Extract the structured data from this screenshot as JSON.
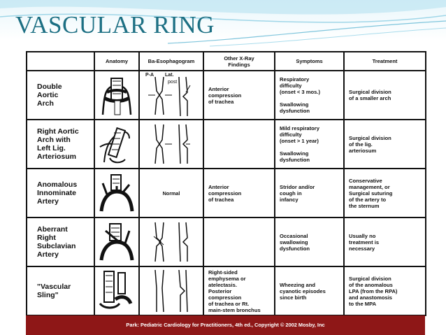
{
  "slide": {
    "title": "VASCULAR RING",
    "citation": "Park: Pediatric Cardiology for Practitioners, 4th ed., Copyright © 2002 Mosby, Inc"
  },
  "table": {
    "headers": [
      "Anatomy",
      "Ba-Esophagogram",
      "Other X-Ray\nFindings",
      "Symptoms",
      "Treatment"
    ],
    "esophagogram_labels": {
      "pa": "P-A",
      "lat": "Lat.",
      "post": "post"
    },
    "rows": [
      {
        "name": "Double\nAortic\nArch",
        "esophagogram": "",
        "xray": "Anterior\ncompression\nof trachea",
        "symptoms": "Respiratory\ndifficulty\n(onset < 3 mos.)\n\nSwallowing\ndysfunction",
        "treatment": "Surgical division\nof a smaller arch"
      },
      {
        "name": "Right Aortic\nArch with\nLeft Lig.\nArteriosum",
        "esophagogram": "",
        "xray": "",
        "symptoms": "Mild respiratory\ndifficulty\n(onset > 1 year)\n\nSwallowing\ndysfunction",
        "treatment": "Surgical division\nof the lig.\narteriosum"
      },
      {
        "name": "Anomalous\nInnominate\nArtery",
        "esophagogram": "Normal",
        "xray": "Anterior\ncompression\nof trachea",
        "symptoms": "Stridor and/or\ncough in\ninfancy",
        "treatment": "Conservative\nmanagement, or\nSurgical suturing\nof the artery to\nthe sternum"
      },
      {
        "name": "Aberrant\nRight\nSubclavian\nArtery",
        "esophagogram": "",
        "xray": "",
        "symptoms": "Occasional\nswallowing\ndysfunction",
        "treatment": "Usually no\ntreatment is\nnecessary"
      },
      {
        "name": "\"Vascular\nSling\"",
        "esophagogram": "",
        "xray": "Right-sided\nemphysema or\natelectasis.\nPosterior\ncompression\nof trachea or Rt.\nmain-stem bronchus",
        "symptoms": "Wheezing and\ncyanotic episodes\nsince birth",
        "treatment": "Surgical division\nof the anomalous\nLPA (from the RPA)\nand anastomosis\nto the MPA"
      }
    ]
  }
}
